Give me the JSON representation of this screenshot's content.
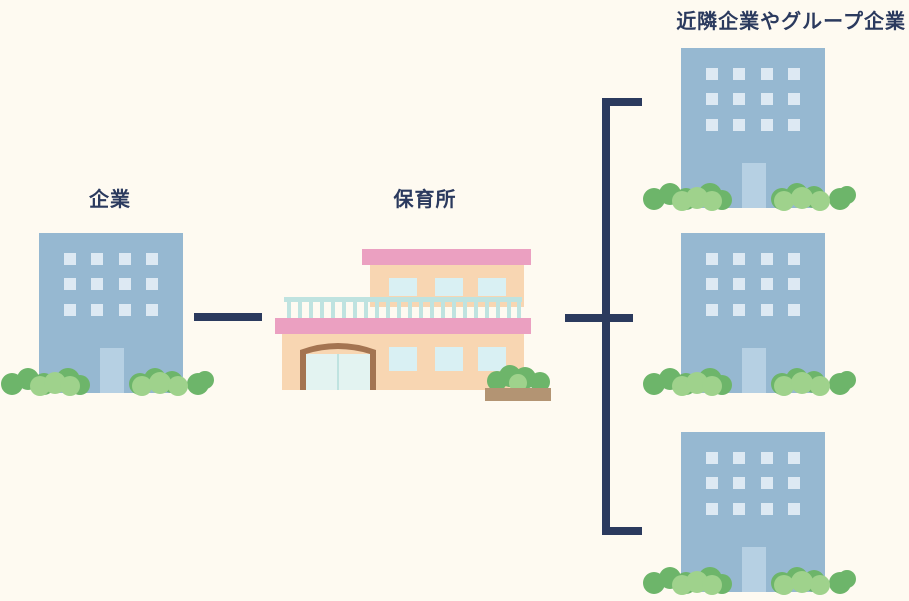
{
  "labels": {
    "company": "企業",
    "nursery": "保育所",
    "group": "近隣企業やグループ企業"
  },
  "icons": {
    "company_building": "office-building-icon",
    "nursery_building": "nursery-school-building-icon",
    "group_buildings": "office-building-icon",
    "bushes": "bush-icon"
  },
  "colors": {
    "background": "#fefaf1",
    "line": "#2b3a5e",
    "office_wall": "#96b8d1",
    "office_window": "#dde9f3",
    "bush_dark": "#6db56a",
    "bush_light": "#9fd28c",
    "nursery_wall": "#f8d6b2",
    "nursery_roof": "#eba0c1",
    "nursery_rail": "#bfe3e0"
  }
}
